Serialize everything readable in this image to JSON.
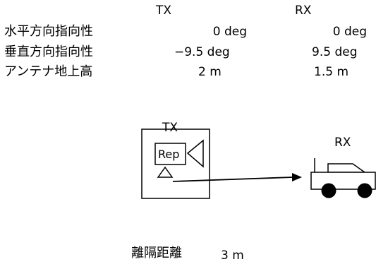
{
  "table": {
    "col_tx": "TX",
    "col_rx": "RX",
    "rows": [
      {
        "label": "水平方向指向性",
        "tx": "0 deg",
        "rx": "0 deg"
      },
      {
        "label": "垂直方向指向性",
        "tx": "−9.5 deg",
        "rx": "9.5 deg"
      },
      {
        "label": "アンテナ地上高",
        "tx": "2 m",
        "rx": "1.5 m"
      }
    ]
  },
  "diagram": {
    "tx_label": "TX",
    "repeater_label": "Rep",
    "rx_label": "RX"
  },
  "separation": {
    "label": "離隔距離",
    "value": "3 m"
  }
}
